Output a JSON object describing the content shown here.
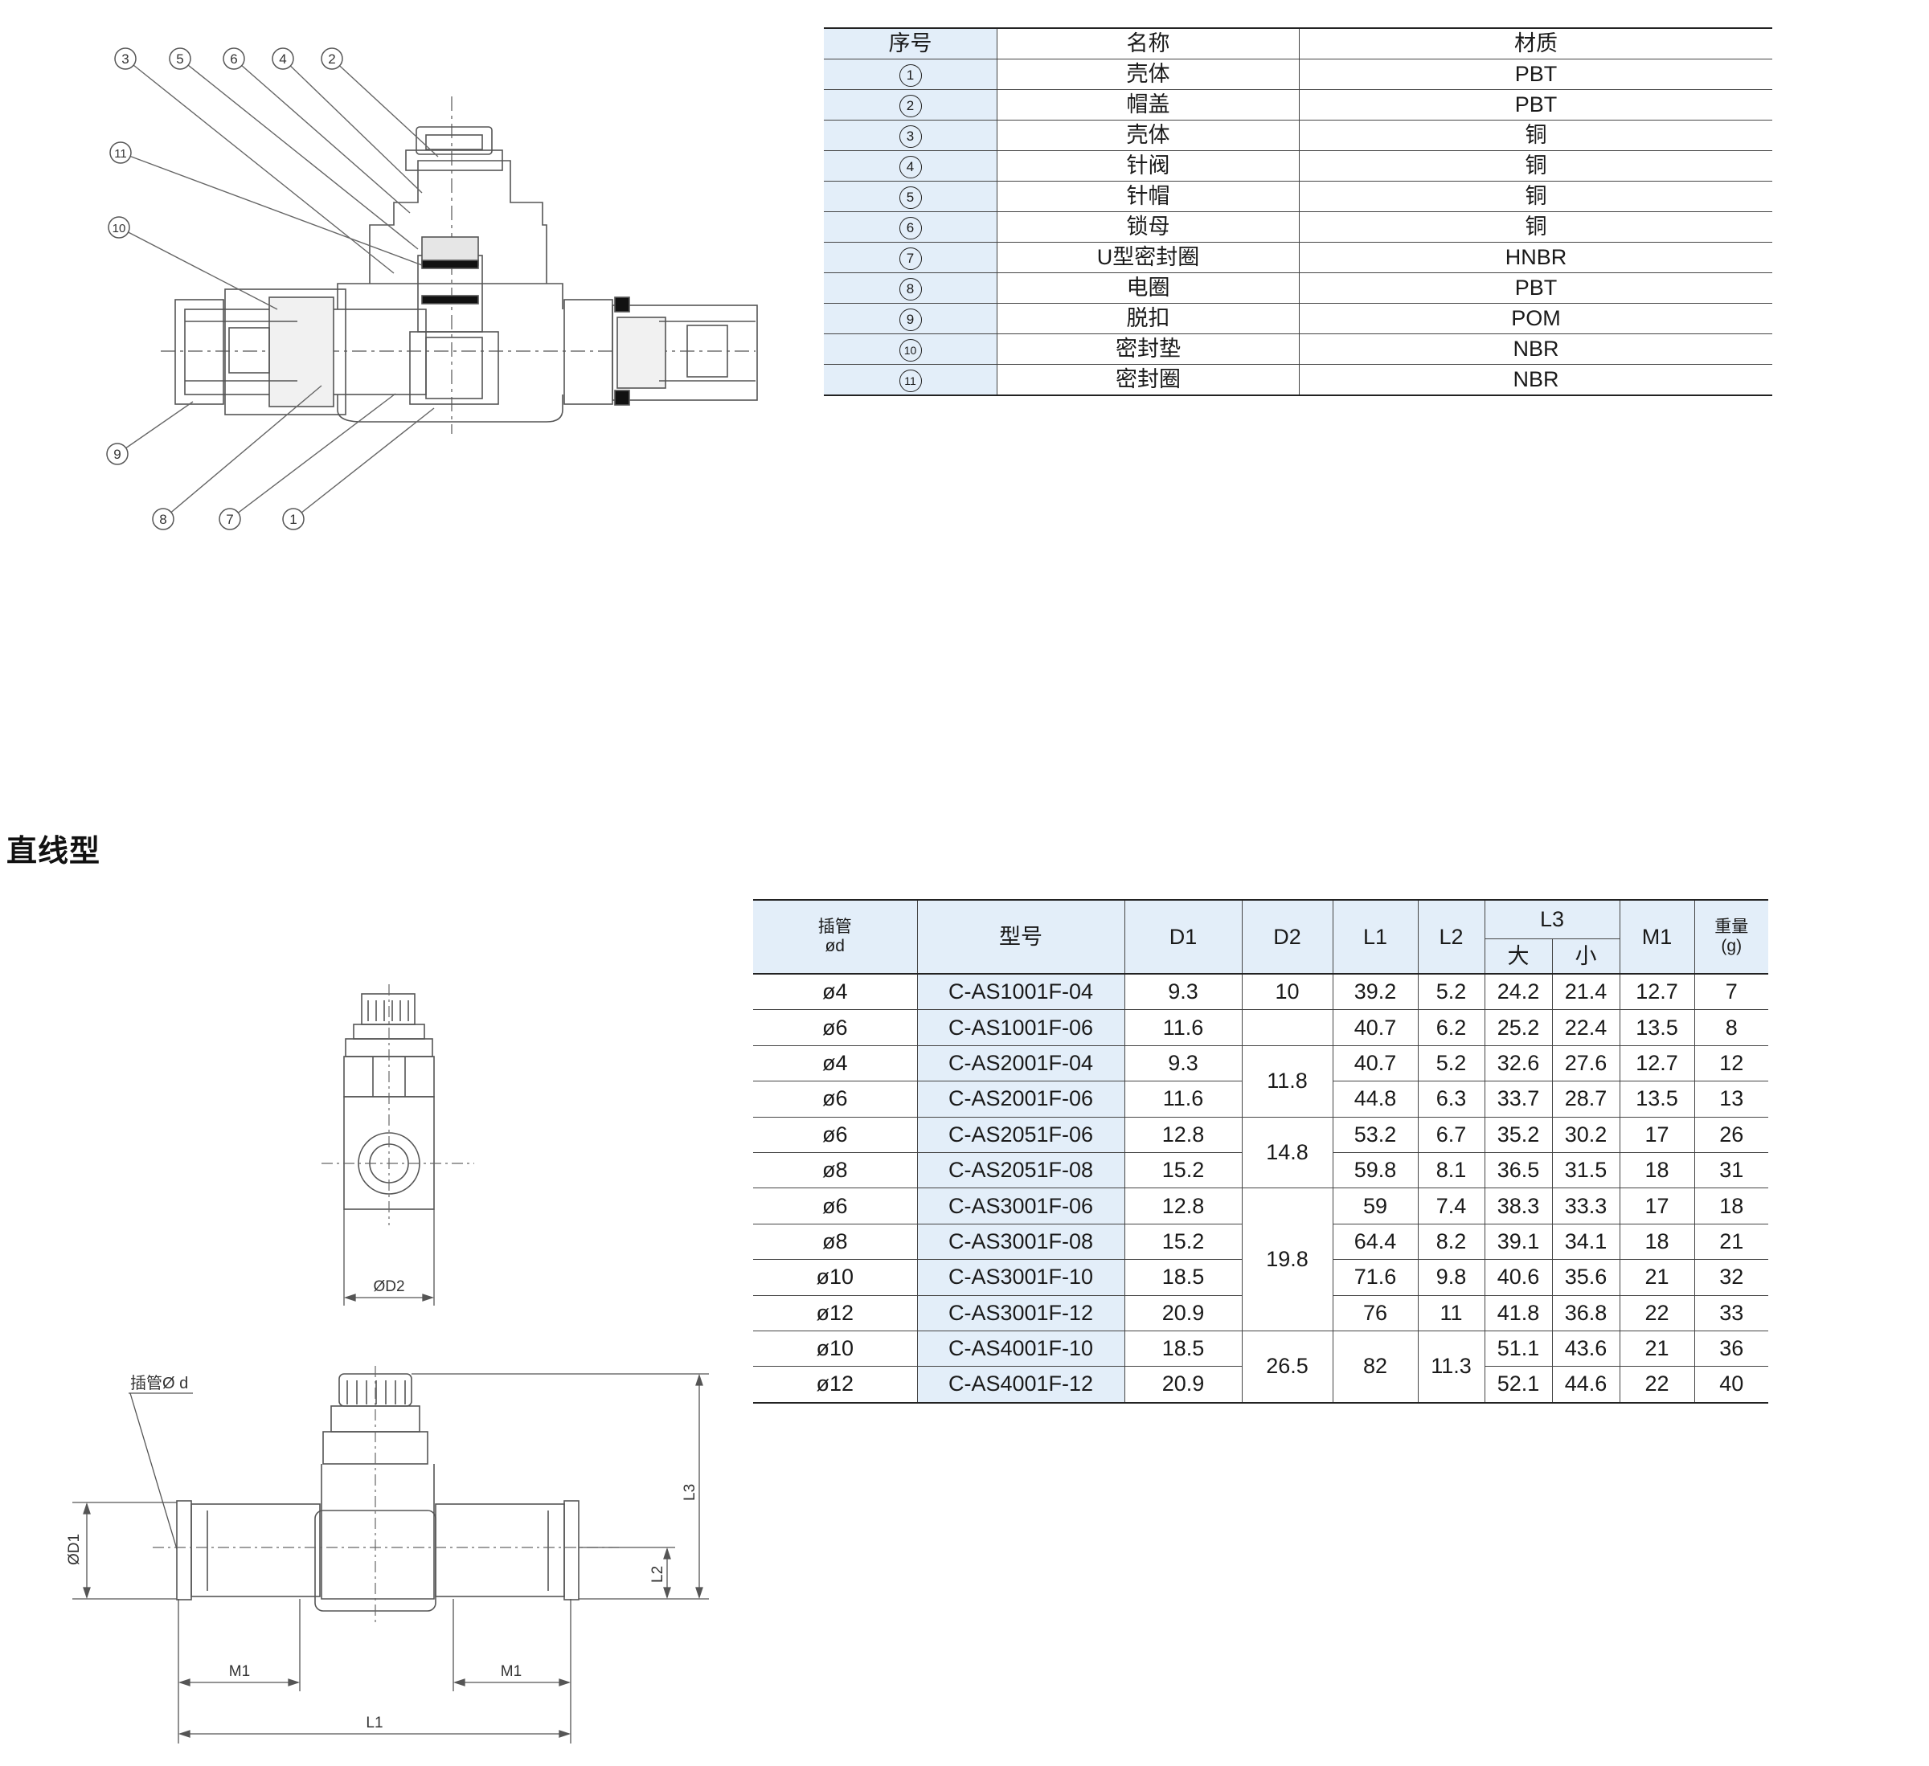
{
  "parts_table": {
    "headers": {
      "no": "序号",
      "name": "名称",
      "material": "材质"
    },
    "rows": [
      {
        "no": "1",
        "name": "壳体",
        "material": "PBT"
      },
      {
        "no": "2",
        "name": "帽盖",
        "material": "PBT"
      },
      {
        "no": "3",
        "name": "壳体",
        "material": "铜"
      },
      {
        "no": "4",
        "name": "针阀",
        "material": "铜"
      },
      {
        "no": "5",
        "name": "针帽",
        "material": "铜"
      },
      {
        "no": "6",
        "name": "锁母",
        "material": "铜"
      },
      {
        "no": "7",
        "name": "U型密封圈",
        "material": "HNBR"
      },
      {
        "no": "8",
        "name": "电圈",
        "material": "PBT"
      },
      {
        "no": "9",
        "name": "脱扣",
        "material": "POM"
      },
      {
        "no": "10",
        "name": "密封垫",
        "material": "NBR"
      },
      {
        "no": "11",
        "name": "密封圈",
        "material": "NBR"
      }
    ]
  },
  "exploded_view": {
    "callouts": [
      "3",
      "5",
      "6",
      "4",
      "2",
      "11",
      "10",
      "9",
      "8",
      "7",
      "1"
    ]
  },
  "section": {
    "title": "直线型"
  },
  "dimension_drawing": {
    "front_label": "ØD2",
    "tube_label": "插管Ø d",
    "dim_d1": "ØD1",
    "dim_l1": "L1",
    "dim_l2": "L2",
    "dim_l3": "L3",
    "dim_m1_left": "M1",
    "dim_m1_right": "M1"
  },
  "spec_table": {
    "headers": {
      "tube": "插管",
      "tube_sub": "ød",
      "model": "型号",
      "d1": "D1",
      "d2": "D2",
      "l1": "L1",
      "l2": "L2",
      "l3": "L3",
      "l3_big": "大",
      "l3_small": "小",
      "m1": "M1",
      "weight": "重量",
      "weight_unit": "(g)"
    },
    "rows": [
      {
        "tube": "ø4",
        "model": "C-AS1001F-04",
        "d1": "9.3",
        "d2": "10",
        "l1": "39.2",
        "l2": "5.2",
        "l3_big": "24.2",
        "l3_small": "21.4",
        "m1": "12.7",
        "weight": "7"
      },
      {
        "tube": "ø6",
        "model": "C-AS1001F-06",
        "d1": "11.6",
        "d2": "",
        "l1": "40.7",
        "l2": "6.2",
        "l3_big": "25.2",
        "l3_small": "22.4",
        "m1": "13.5",
        "weight": "8"
      },
      {
        "tube": "ø4",
        "model": "C-AS2001F-04",
        "d1": "9.3",
        "d2": "11.8",
        "l1": "40.7",
        "l2": "5.2",
        "l3_big": "32.6",
        "l3_small": "27.6",
        "m1": "12.7",
        "weight": "12"
      },
      {
        "tube": "ø6",
        "model": "C-AS2001F-06",
        "d1": "11.6",
        "d2": "",
        "l1": "44.8",
        "l2": "6.3",
        "l3_big": "33.7",
        "l3_small": "28.7",
        "m1": "13.5",
        "weight": "13"
      },
      {
        "tube": "ø6",
        "model": "C-AS2051F-06",
        "d1": "12.8",
        "d2": "14.8",
        "l1": "53.2",
        "l2": "6.7",
        "l3_big": "35.2",
        "l3_small": "30.2",
        "m1": "17",
        "weight": "26"
      },
      {
        "tube": "ø8",
        "model": "C-AS2051F-08",
        "d1": "15.2",
        "d2": "",
        "l1": "59.8",
        "l2": "8.1",
        "l3_big": "36.5",
        "l3_small": "31.5",
        "m1": "18",
        "weight": "31"
      },
      {
        "tube": "ø6",
        "model": "C-AS3001F-06",
        "d1": "12.8",
        "d2": "19.8",
        "l1": "59",
        "l2": "7.4",
        "l3_big": "38.3",
        "l3_small": "33.3",
        "m1": "17",
        "weight": "18"
      },
      {
        "tube": "ø8",
        "model": "C-AS3001F-08",
        "d1": "15.2",
        "d2": "",
        "l1": "64.4",
        "l2": "8.2",
        "l3_big": "39.1",
        "l3_small": "34.1",
        "m1": "18",
        "weight": "21"
      },
      {
        "tube": "ø10",
        "model": "C-AS3001F-10",
        "d1": "18.5",
        "d2": "",
        "l1": "71.6",
        "l2": "9.8",
        "l3_big": "40.6",
        "l3_small": "35.6",
        "m1": "21",
        "weight": "32"
      },
      {
        "tube": "ø12",
        "model": "C-AS3001F-12",
        "d1": "20.9",
        "d2": "",
        "l1": "76",
        "l2": "11",
        "l3_big": "41.8",
        "l3_small": "36.8",
        "m1": "22",
        "weight": "33"
      },
      {
        "tube": "ø10",
        "model": "C-AS4001F-10",
        "d1": "18.5",
        "d2": "26.5",
        "l1": "82",
        "l2": "11.3",
        "l3_big": "51.1",
        "l3_small": "43.6",
        "m1": "21",
        "weight": "36"
      },
      {
        "tube": "ø12",
        "model": "C-AS4001F-12",
        "d1": "20.9",
        "d2": "",
        "l1": "",
        "l2": "",
        "l3_big": "52.1",
        "l3_small": "44.6",
        "m1": "22",
        "weight": "40"
      }
    ]
  },
  "colors": {
    "header_fill": "#e3eef9",
    "line": "#222222",
    "drawing_line": "#555555"
  }
}
